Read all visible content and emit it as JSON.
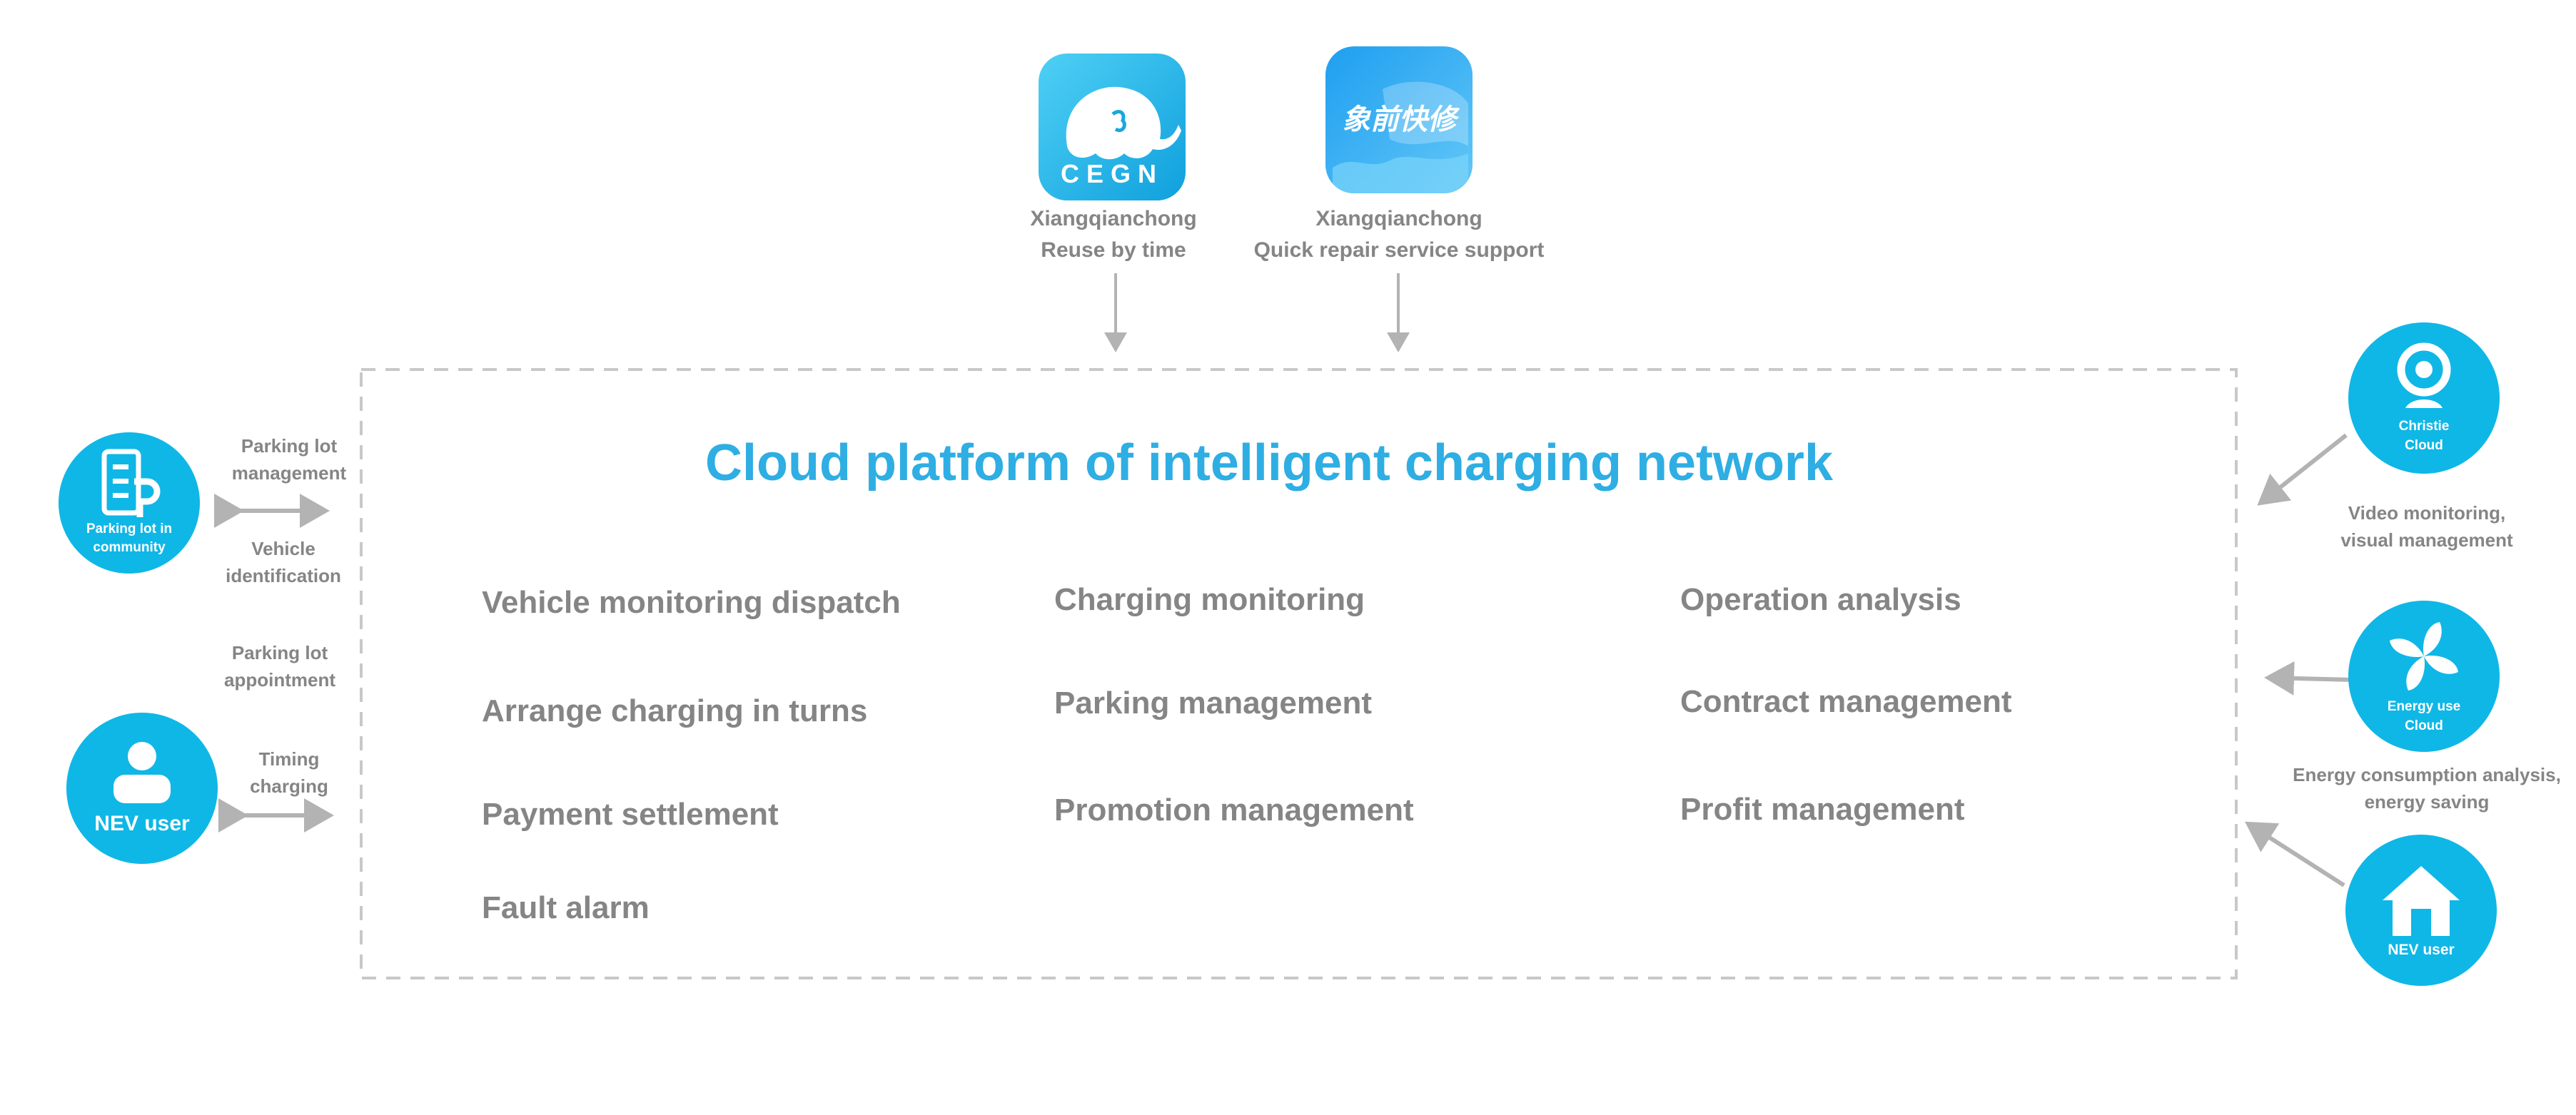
{
  "title": "Cloud platform of intelligent charging network",
  "apps": [
    {
      "name": "Xiangqianchong",
      "subtitle": "Reuse by time",
      "icon": "elephant-cegn-app-icon",
      "logo_text": "CEGN"
    },
    {
      "name": "Xiangqianchong",
      "subtitle": "Quick repair service support",
      "icon": "quick-repair-app-icon",
      "logo_text": "象前快修"
    }
  ],
  "features": {
    "col1": [
      "Vehicle monitoring dispatch",
      "Arrange charging in turns",
      "Payment settlement",
      "Fault alarm"
    ],
    "col2": [
      "Charging monitoring",
      "Parking management",
      "Promotion management"
    ],
    "col3": [
      "Operation analysis",
      "Contract management",
      "Profit management"
    ]
  },
  "left": {
    "parking": {
      "label": "Parking lot in community",
      "icon": "parking-building-icon"
    },
    "user": {
      "label": "NEV user",
      "icon": "person-icon"
    },
    "flows": [
      {
        "line1": "Parking lot",
        "line2": "management"
      },
      {
        "line1": "Vehicle",
        "line2": "identification"
      },
      {
        "line1": "Parking lot",
        "line2": "appointment"
      },
      {
        "line1": "Timing",
        "line2": "charging"
      }
    ]
  },
  "right": [
    {
      "label_line1": "Christie",
      "label_line2": "Cloud",
      "icon": "webcam-icon",
      "desc_line1": "Video monitoring,",
      "desc_line2": "visual management"
    },
    {
      "label_line1": "Energy use",
      "label_line2": "Cloud",
      "icon": "fan-icon",
      "desc_line1": "Energy consumption analysis,",
      "desc_line2": "energy saving"
    },
    {
      "label_line1": "NEV user",
      "label_line2": "",
      "icon": "house-icon",
      "desc_line1": "",
      "desc_line2": ""
    }
  ],
  "colors": {
    "accent": "#2eaee3",
    "circle": "#0fb7e6",
    "text_gray": "#858585",
    "line_gray": "#b3b3b3"
  }
}
